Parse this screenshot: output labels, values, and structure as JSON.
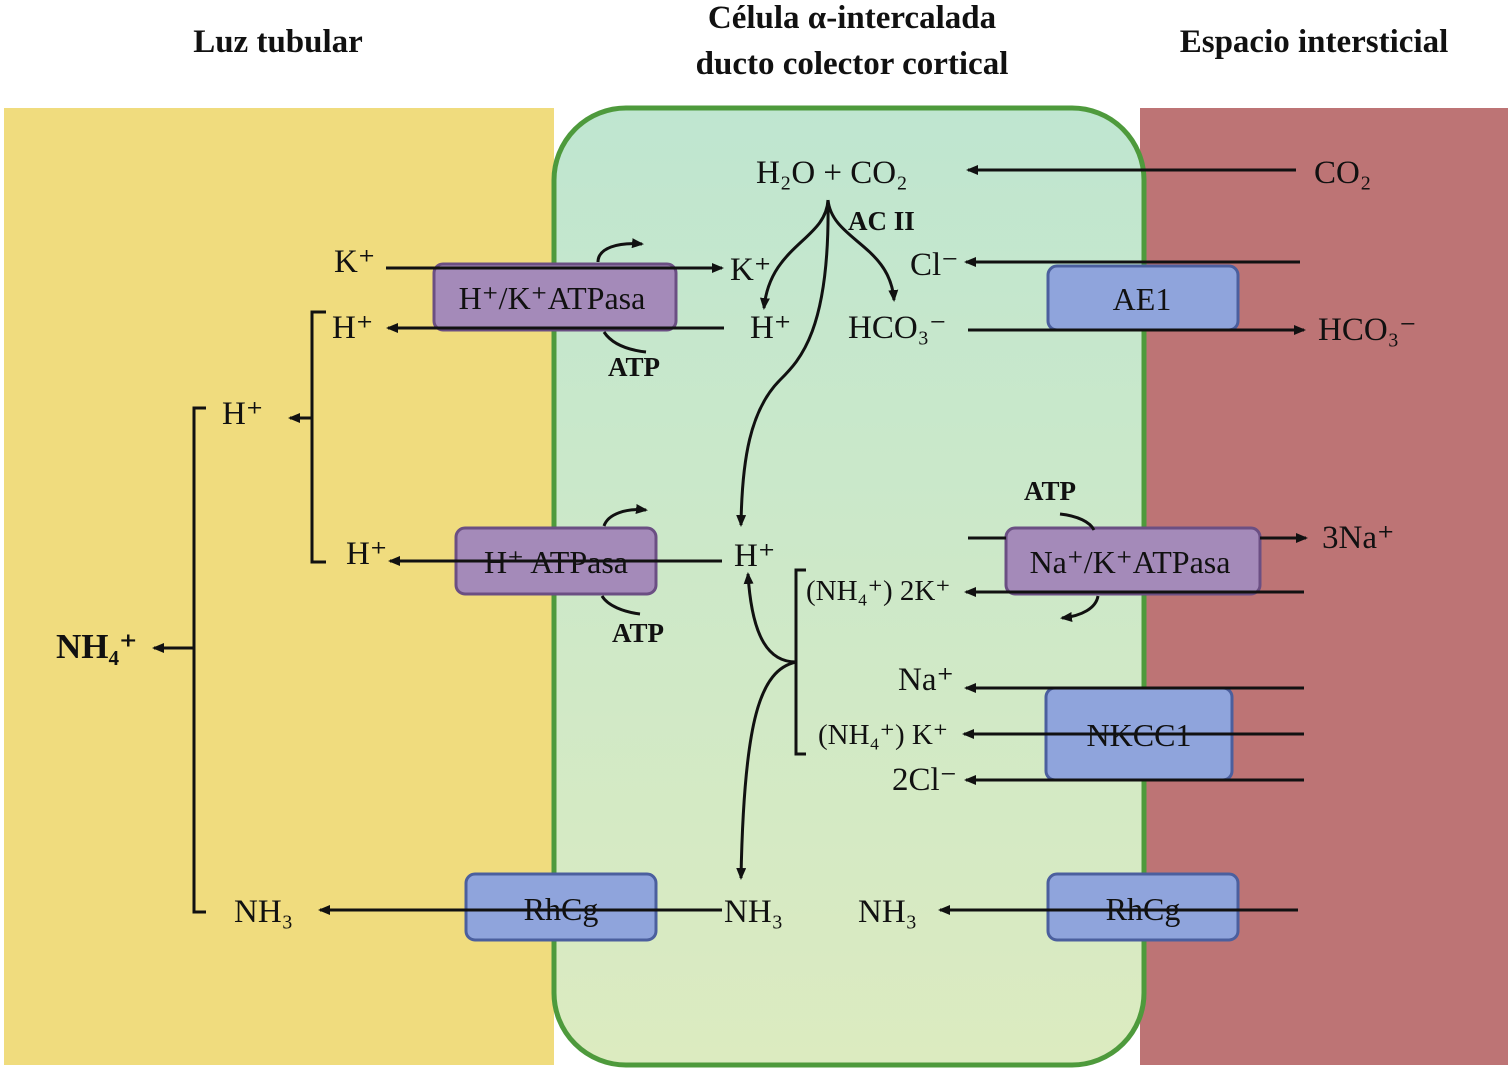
{
  "titles": {
    "lumen": "Luz tubular",
    "cell_line1": "Célula α-intercalada",
    "cell_line2": "ducto colector cortical",
    "interstitium": "Espacio intersticial"
  },
  "colors": {
    "lumen": "#f0dc7e",
    "cell_top": "#bfe6d0",
    "cell_bottom": "#dcebc0",
    "cell_border": "#4e9a3c",
    "interstitium": "#bd7475",
    "transporter_purple": "#a48ab9",
    "transporter_blue": "#8fa4dc"
  },
  "transporters": {
    "hk_atpase": "H⁺/K⁺ATPasa",
    "h_atpase": "H⁺ ATPasa",
    "ae1": "AE1",
    "nak_atpase": "Na⁺/K⁺ATPasa",
    "nkcc1": "NKCC1",
    "rhcg_apical": "RhCg",
    "rhcg_basolateral": "RhCg"
  },
  "labels": {
    "atp": "ATP",
    "ac2": "AC II",
    "nh4_lumen": "NH₄⁺",
    "co2_interstitium": "CO₂",
    "hco3_interstitium": "HCO₃⁻",
    "na3": "3Na⁺",
    "h2o_co2": "H₂O + CO₂",
    "k_lumen": "K⁺",
    "k_cell": "K⁺",
    "cl_cell": "Cl⁻",
    "h_cell_top": "H⁺",
    "hco3_cell": "HCO₃⁻",
    "h_lumen_top": "H⁺",
    "h_lumen_mid": "H⁺",
    "h_lumen_bottom": "H⁺",
    "h_cell_mid": "H⁺",
    "nh4_2k": "(NH₄⁺) 2K⁺",
    "na_cell": "Na⁺",
    "nh4_k": "(NH₄⁺) K⁺",
    "cl2": "2Cl⁻",
    "nh3_lumen": "NH₃",
    "nh3_cell": "NH₃",
    "nh3_cell_right": "NH₃"
  }
}
